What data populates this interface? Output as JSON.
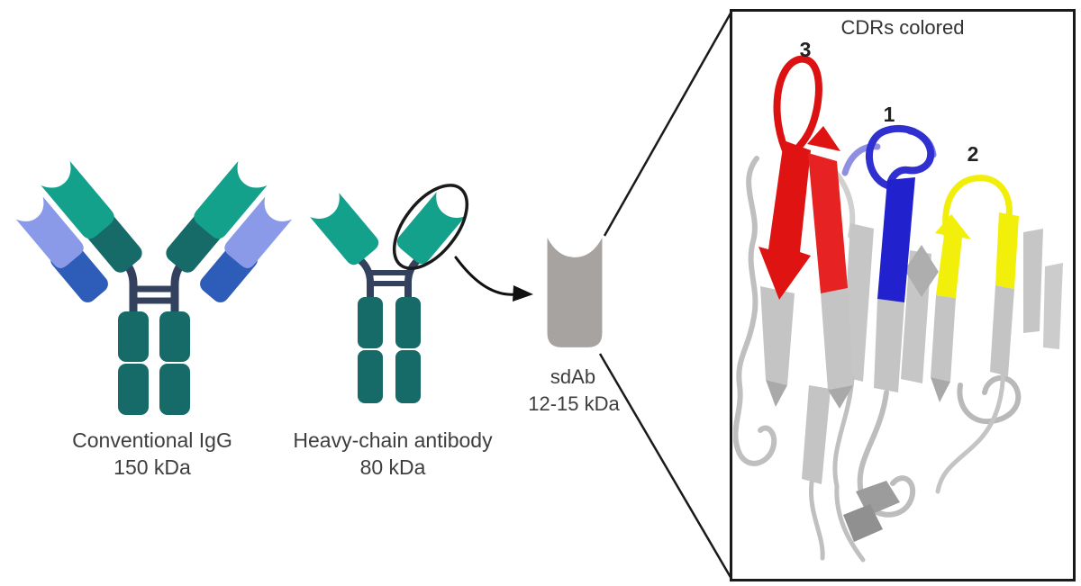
{
  "figure": {
    "igg": {
      "name": "Conventional IgG",
      "mass": "150 kDa"
    },
    "hcab": {
      "name": "Heavy-chain antibody",
      "mass": "80 kDa"
    },
    "sdab": {
      "name": "sdAb",
      "mass": "12-15 kDa"
    },
    "inset": {
      "title": "CDRs colored",
      "cdr1_label": "1",
      "cdr2_label": "2",
      "cdr3_label": "3"
    }
  },
  "colors": {
    "variable_heavy_teal": "#14a18c",
    "constant_heavy_teal": "#166b69",
    "variable_light_periwinkle": "#8a9ae9",
    "constant_light_blue": "#2d5db9",
    "hinge_navy": "#33415f",
    "sdab_gray": "#a7a3a1",
    "cdr1_blue": "#2121ce",
    "cdr2_yellow": "#f2ef0a",
    "cdr3_red": "#e01313",
    "ribbon_gray": "#c4c4c4",
    "outline_black": "#1a1a1a",
    "label_text": "#3e3e3e"
  }
}
